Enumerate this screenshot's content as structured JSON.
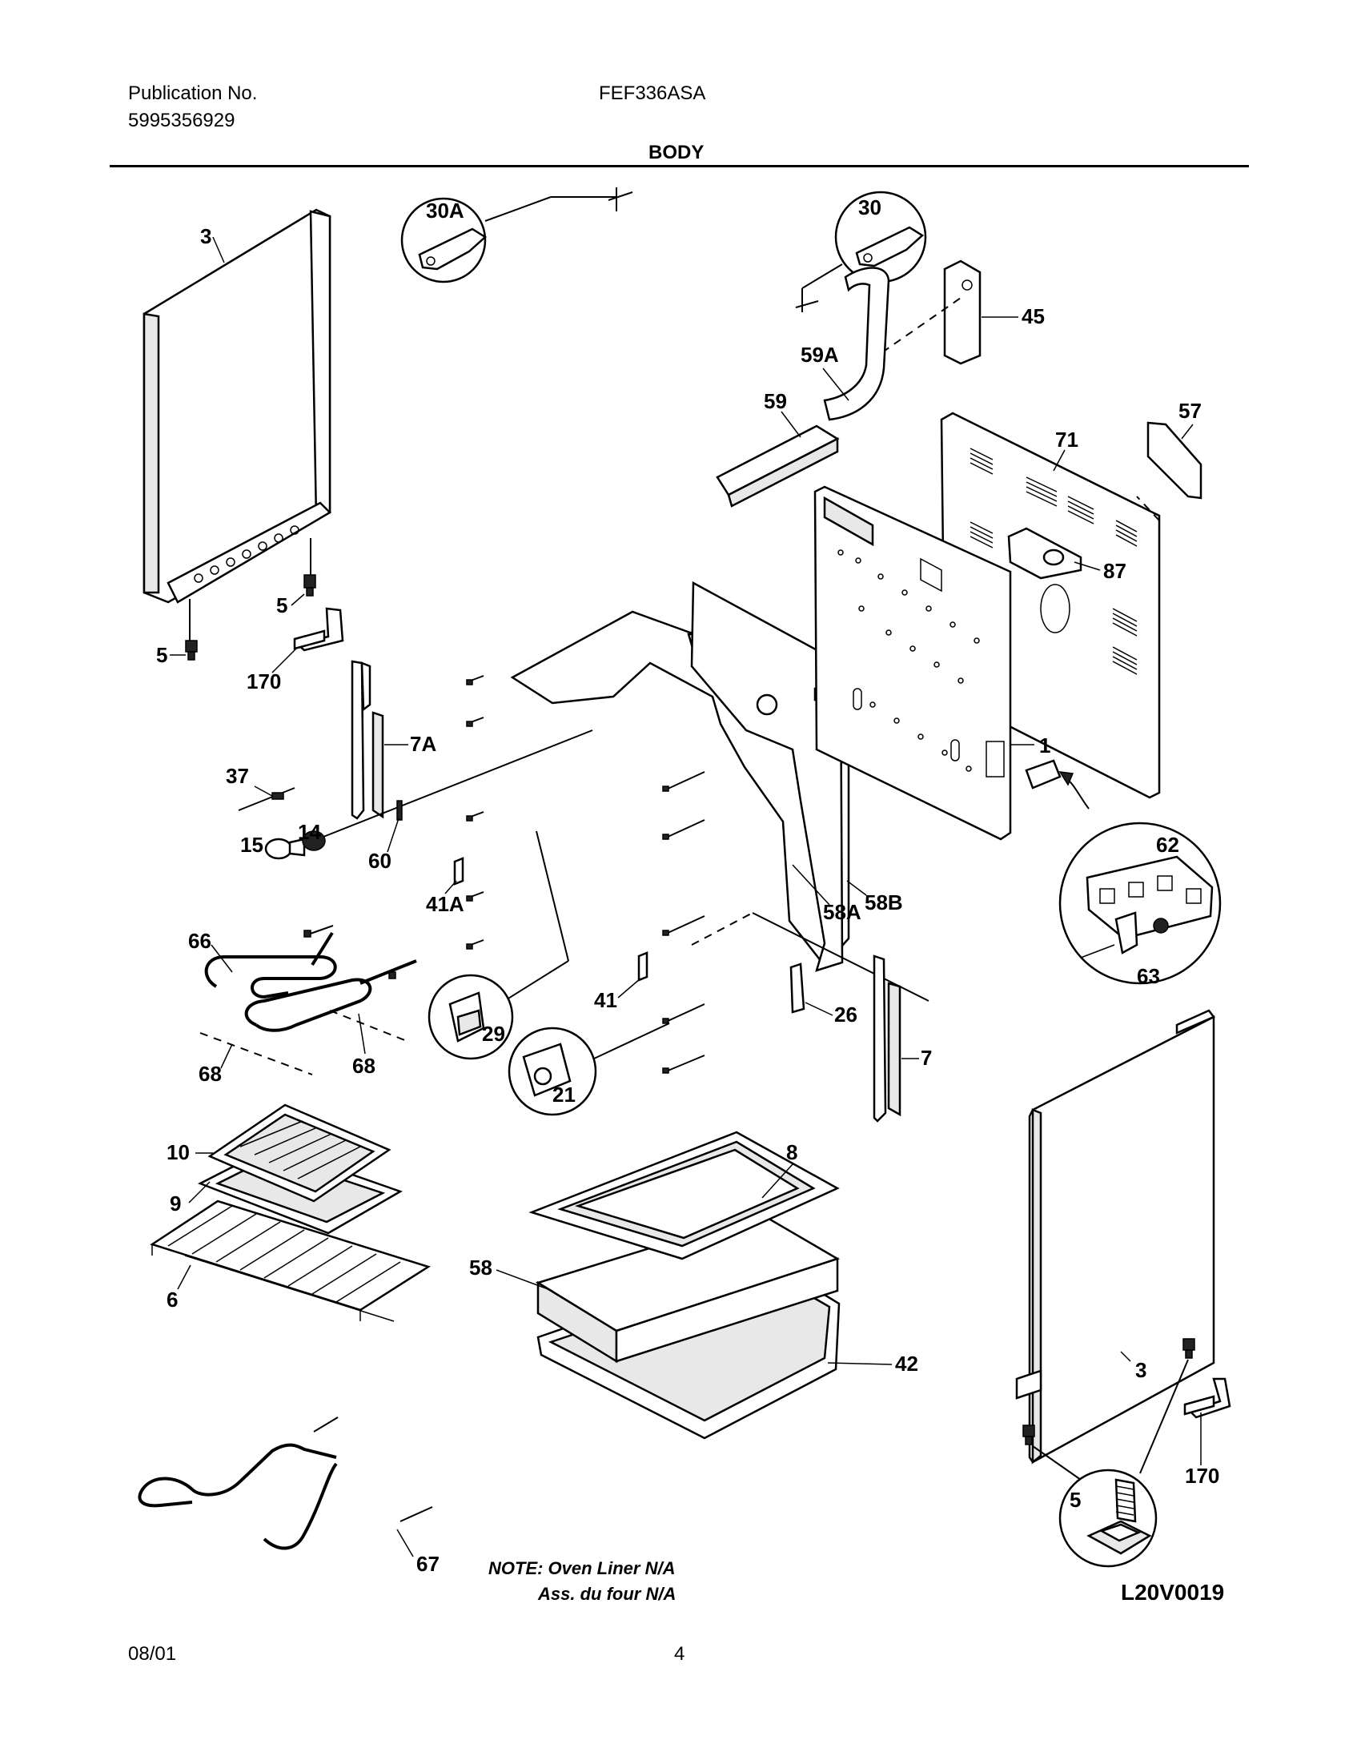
{
  "header": {
    "publication_label": "Publication No.",
    "publication_number": "5995356929",
    "model": "FEF336ASA",
    "section_title": "BODY"
  },
  "footer": {
    "date": "08/01",
    "page": "4"
  },
  "diagram": {
    "drawing_number": "L20V0019",
    "note_line1": "NOTE: Oven Liner N/A",
    "note_line2": "Ass. du four N/A",
    "callouts": {
      "c3_left": "3",
      "c5_upper": "5",
      "c5_lower": "5",
      "c170_left": "170",
      "c7A": "7A",
      "c37": "37",
      "c14": "14",
      "c15": "15",
      "c60": "60",
      "c41A": "41A",
      "c66": "66",
      "c68_left": "68",
      "c68_right": "68",
      "c29": "29",
      "c21": "21",
      "c41": "41",
      "c26": "26",
      "c7": "7",
      "c58A": "58A",
      "c58B": "58B",
      "c10": "10",
      "c9": "9",
      "c6": "6",
      "c8": "8",
      "c58": "58",
      "c42": "42",
      "c67": "67",
      "c30A": "30A",
      "c30": "30",
      "c45": "45",
      "c59A": "59A",
      "c59": "59",
      "c71": "71",
      "c57": "57",
      "c87": "87",
      "c1": "1",
      "c62": "62",
      "c63": "63",
      "c3_right": "3",
      "c170_right": "170",
      "c5_detail": "5"
    }
  }
}
